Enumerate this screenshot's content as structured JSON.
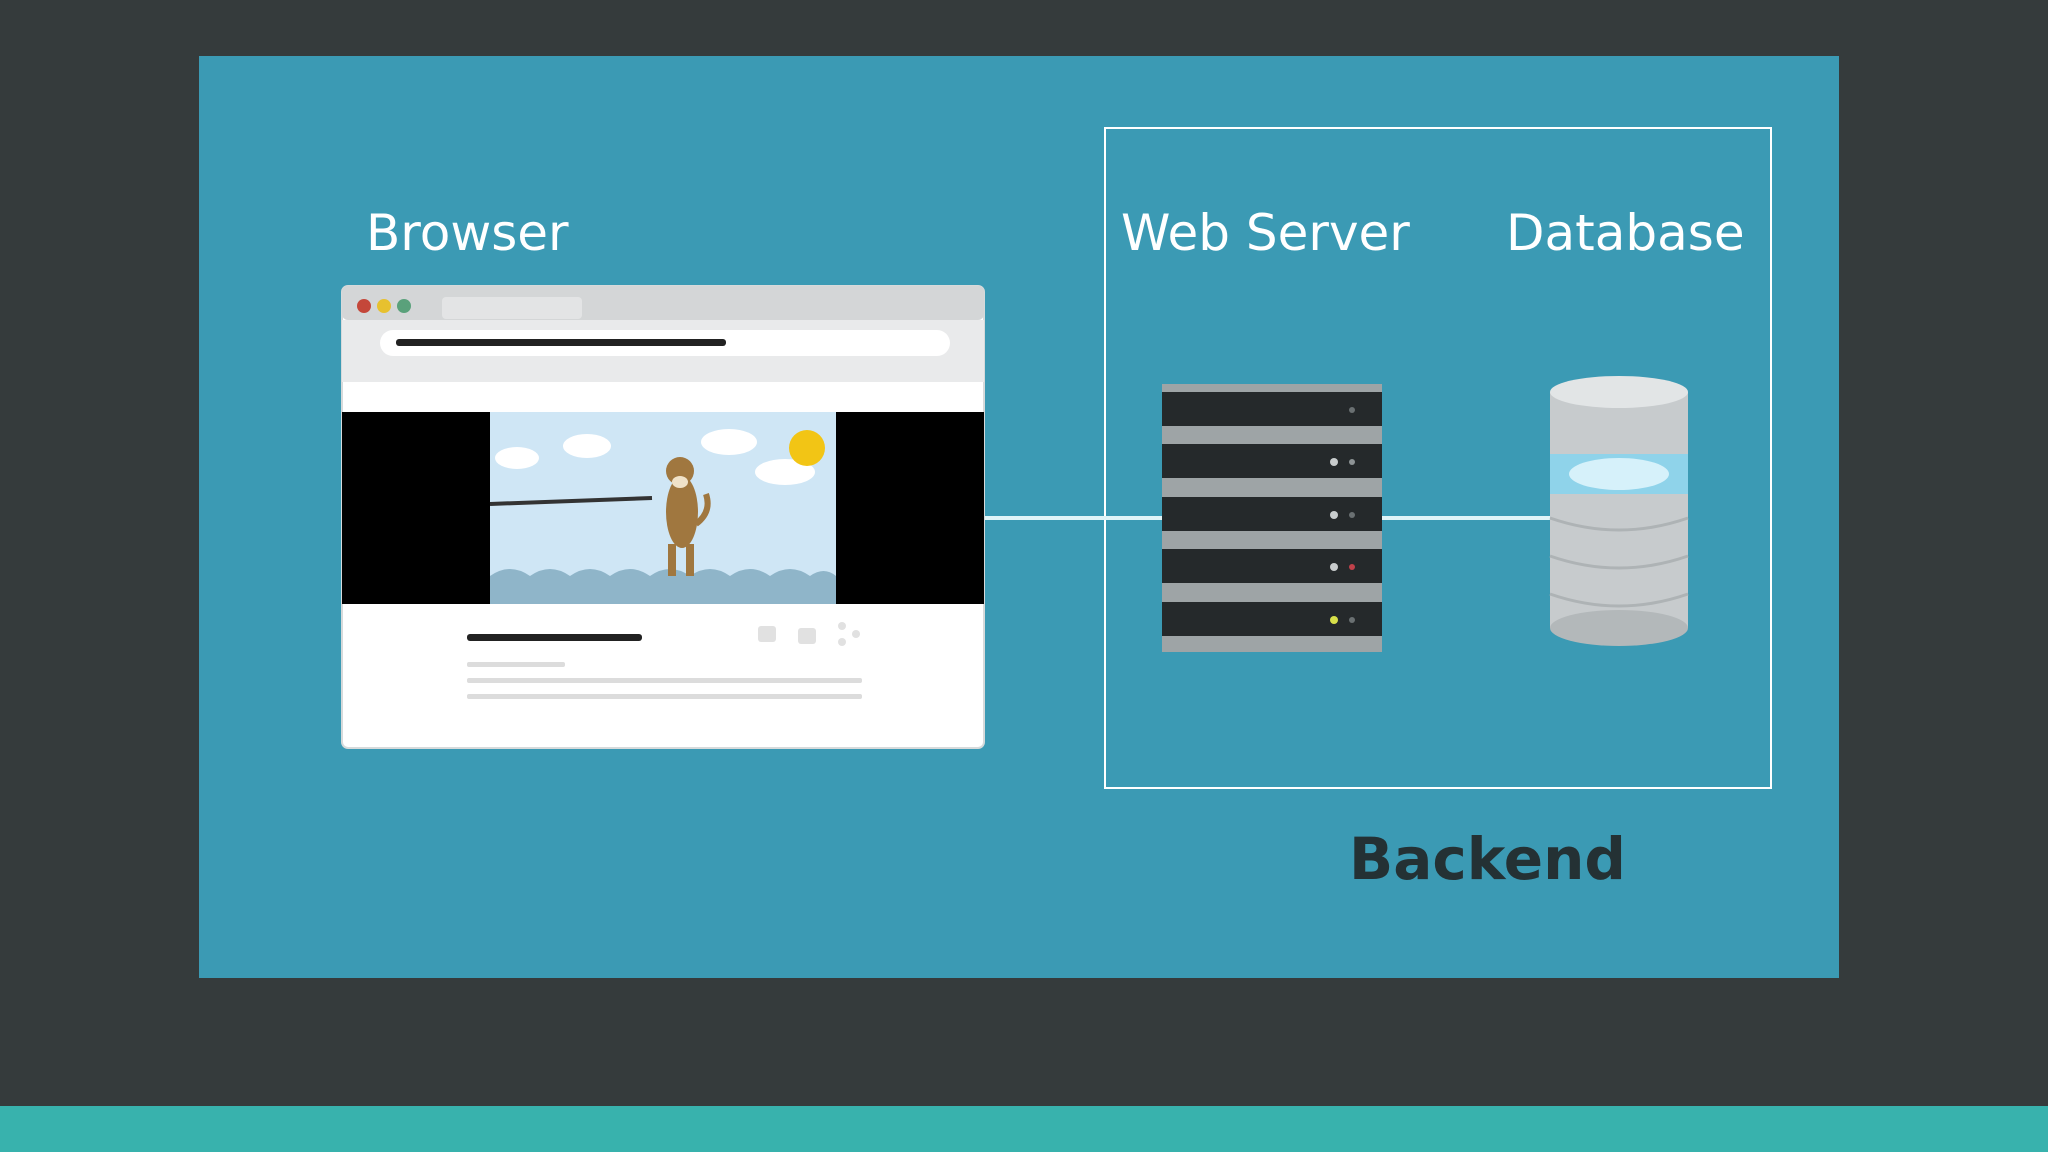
{
  "diagram": {
    "browser_label": "Browser",
    "web_server_label": "Web Server",
    "database_label": "Database",
    "backend_label": "Backend"
  },
  "colors": {
    "page_background": "#353b3c",
    "slide_background": "#3b9ab4",
    "bottom_bar": "#38b2ad",
    "label_text": "#ffffff",
    "backend_text": "#243134"
  },
  "icons": {
    "browser": "browser-window-icon",
    "server": "server-rack-icon",
    "database": "database-cylinder-icon"
  }
}
